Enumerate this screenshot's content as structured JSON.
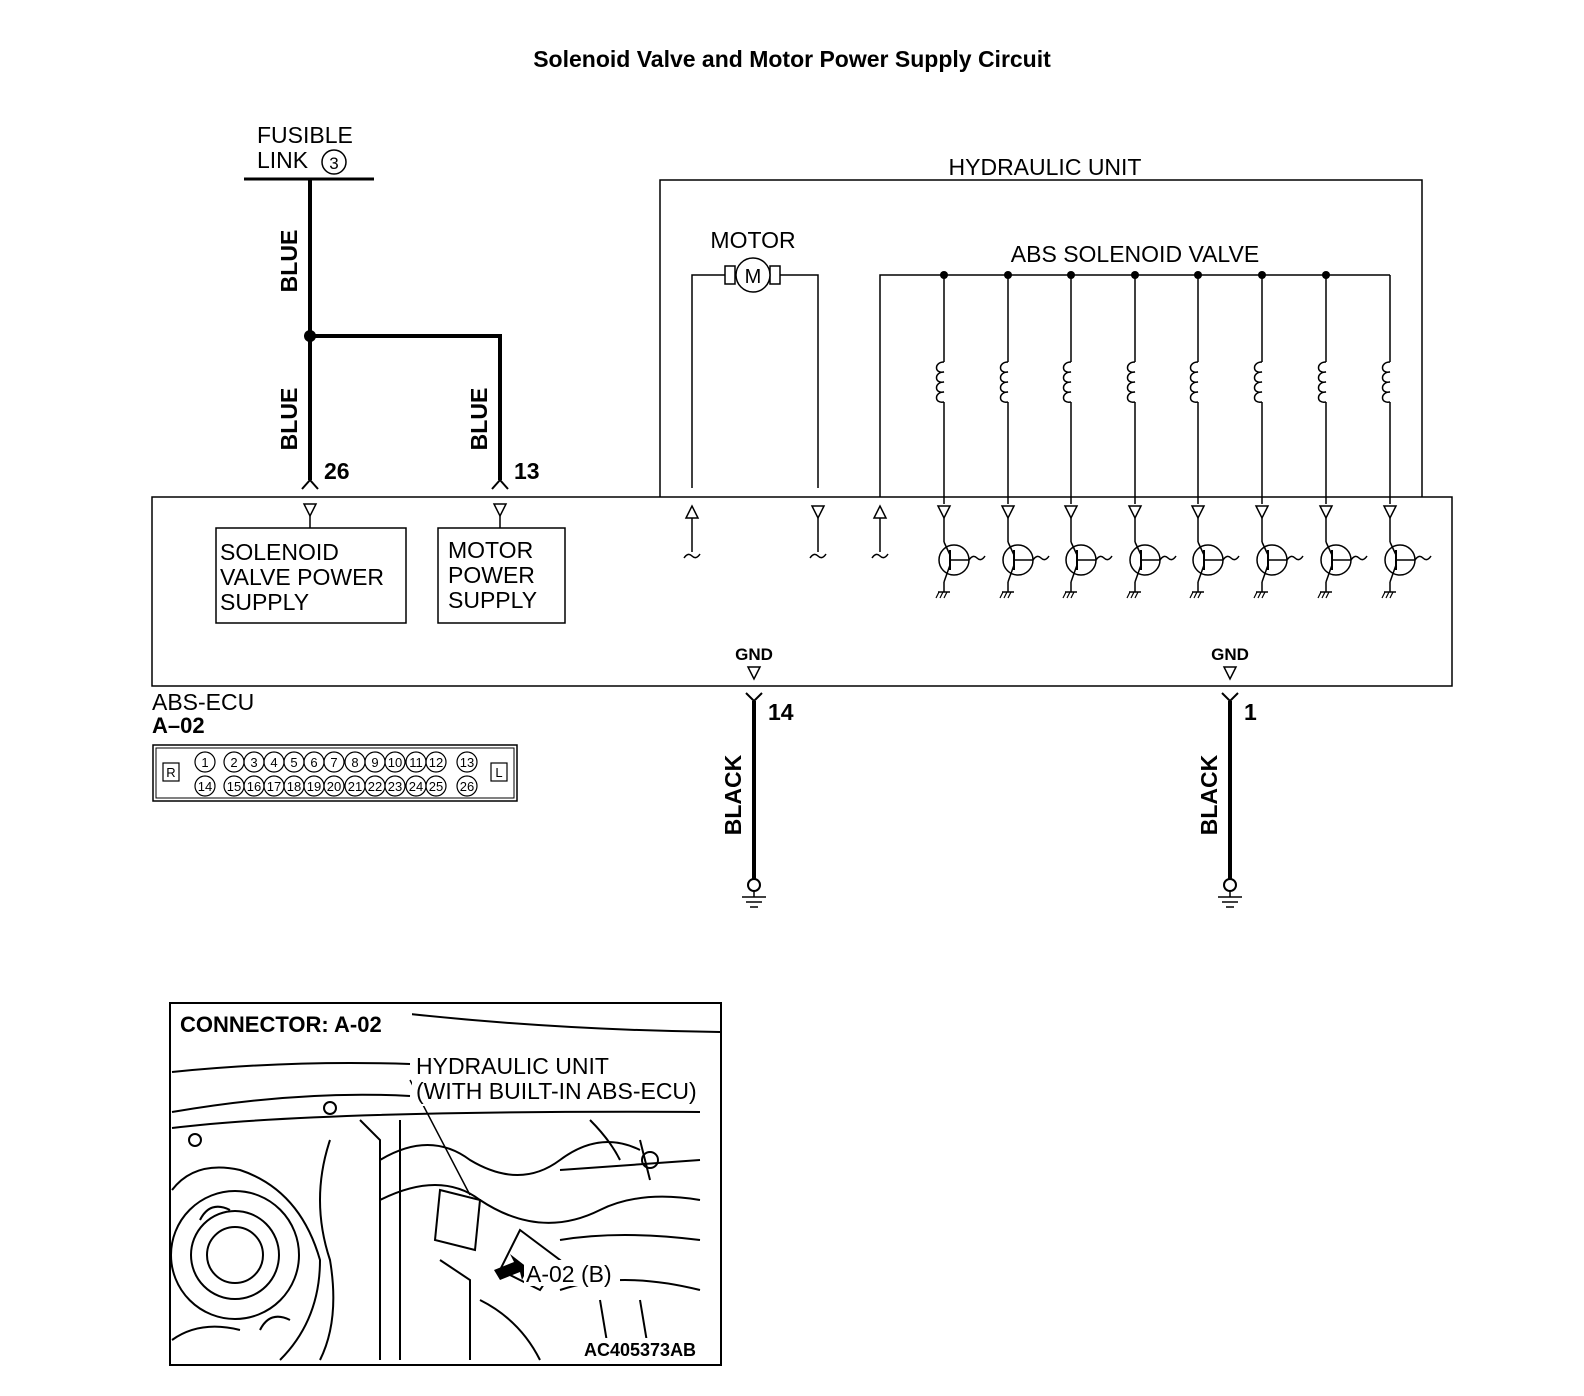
{
  "title": "Solenoid Valve and Motor Power Supply Circuit",
  "fusible_link": {
    "line1": "FUSIBLE",
    "line2": "LINK",
    "number": "3"
  },
  "wires": {
    "blue_top": "BLUE",
    "blue_26": "BLUE",
    "blue_13": "BLUE",
    "black_14": "BLACK",
    "black_1": "BLACK"
  },
  "pins": {
    "p26": "26",
    "p13": "13",
    "p14": "14",
    "p1": "1"
  },
  "hydraulic_unit": {
    "label": "HYDRAULIC UNIT",
    "motor_label": "MOTOR",
    "motor_symbol": "M",
    "solenoid_label": "ABS SOLENOID VALVE"
  },
  "ecu": {
    "solenoid_box": [
      "SOLENOID",
      "VALVE POWER",
      "SUPPLY"
    ],
    "motor_box": [
      "MOTOR",
      "POWER",
      "SUPPLY"
    ],
    "gnd_left": "GND",
    "gnd_right": "GND",
    "name": "ABS-ECU",
    "connector_id": "A–02"
  },
  "connector_face": {
    "left_tag": "R",
    "right_tag": "L",
    "top_row": [
      "1",
      "2",
      "3",
      "4",
      "5",
      "6",
      "7",
      "8",
      "9",
      "10",
      "11",
      "12",
      "13"
    ],
    "bottom_row": [
      "14",
      "15",
      "16",
      "17",
      "18",
      "19",
      "20",
      "21",
      "22",
      "23",
      "24",
      "25",
      "26"
    ]
  },
  "inset": {
    "title": "CONNECTOR: A-02",
    "unit_line1": "HYDRAULIC UNIT",
    "unit_line2": "(WITH BUILT-IN ABS-ECU)",
    "connector_label": "A-02 (B)",
    "figure_code": "AC405373AB"
  }
}
